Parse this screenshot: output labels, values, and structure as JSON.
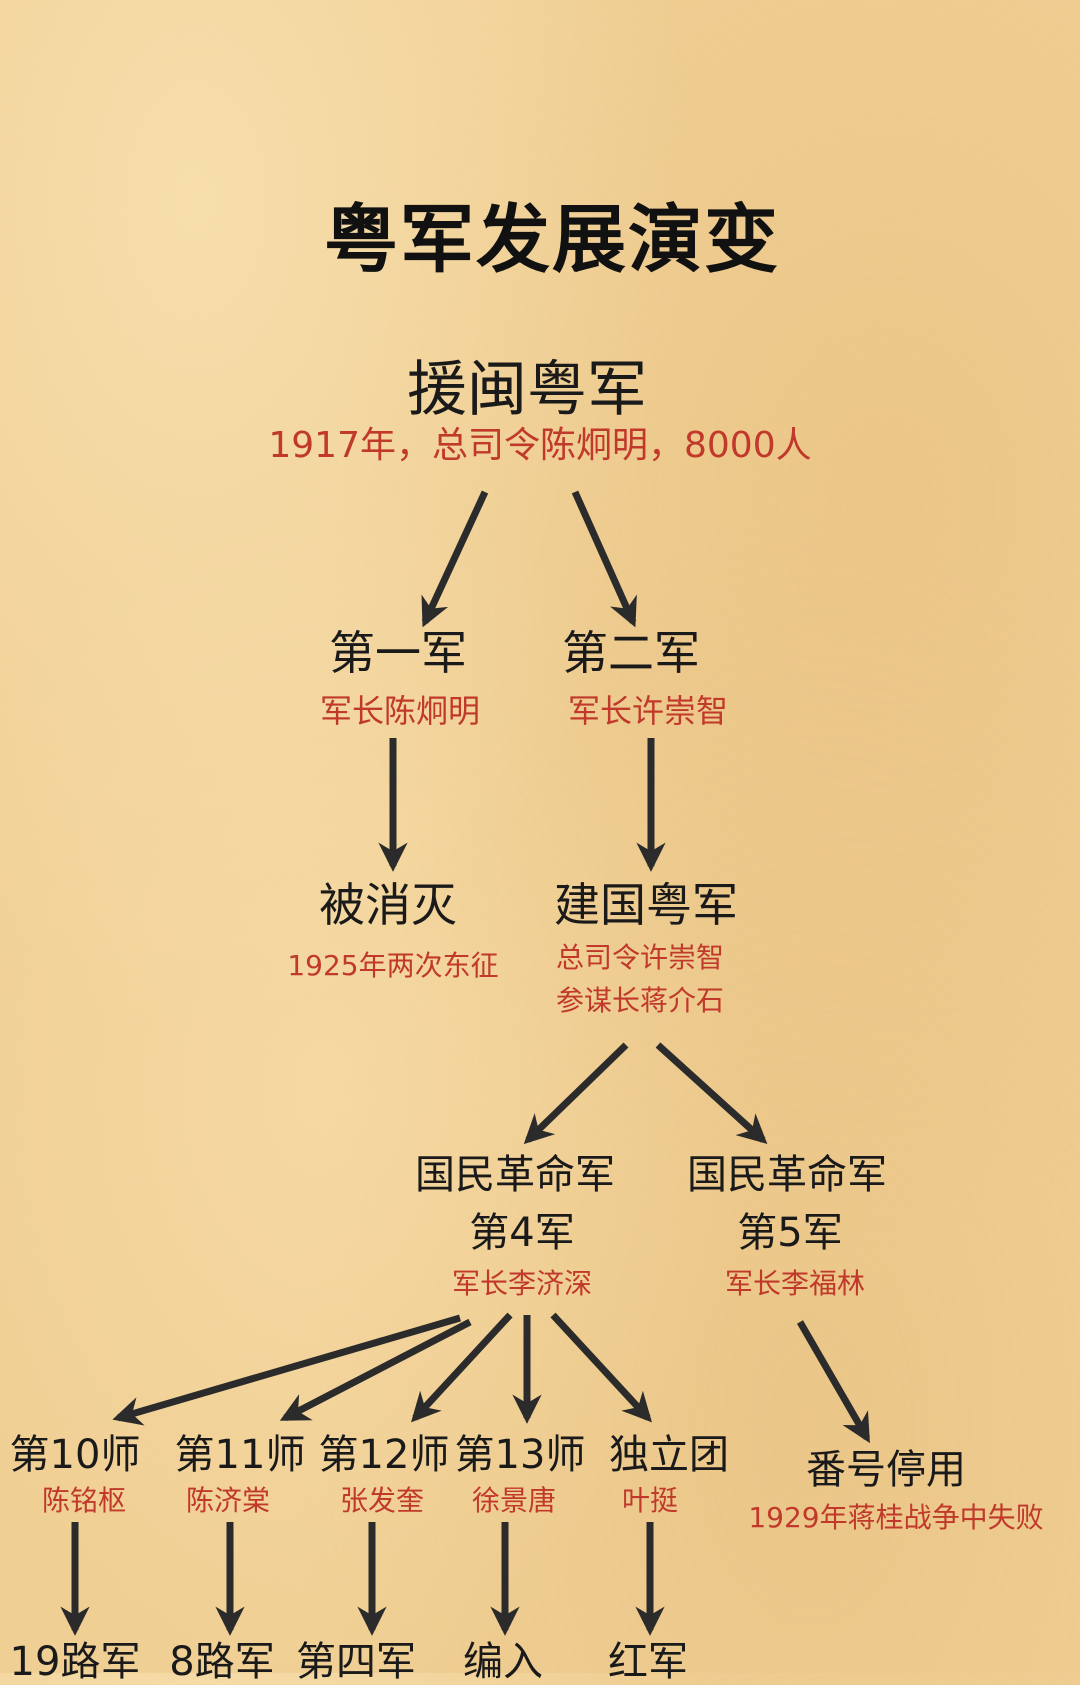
{
  "title": "粤军发展演变",
  "root": {
    "name": "援闽粤军",
    "note": "1917年，总司令陈炯明，8000人"
  },
  "army1": {
    "name": "第一军",
    "note": "军长陈炯明"
  },
  "army2": {
    "name": "第二军",
    "note": "军长许崇智"
  },
  "destroyed": {
    "name": "被消灭",
    "note": "1925年两次东征"
  },
  "jianguo": {
    "name": "建国粤军",
    "note1": "总司令许崇智",
    "note2": "参谋长蒋介石"
  },
  "nra4": {
    "line1": "国民革命军",
    "line2": "第4军",
    "note": "军长李济深"
  },
  "nra5": {
    "line1": "国民革命军",
    "line2": "第5军",
    "note": "军长李福林"
  },
  "divisions": [
    {
      "name": "第10师",
      "note": "陈铭枢",
      "result": "19路军"
    },
    {
      "name": "第11师",
      "note": "陈济棠",
      "result": "8路军"
    },
    {
      "name": "第12师",
      "note": "张发奎",
      "result": "第四军"
    },
    {
      "name": "第13师",
      "note": "徐景唐",
      "result": "编入"
    },
    {
      "name": "独立团",
      "note": "叶挺",
      "result": "红军"
    }
  ],
  "discontinued": {
    "name": "番号停用",
    "note": "1929年蒋桂战争中失败"
  },
  "colors": {
    "accent": "#c0392b",
    "arrow": "#2b2b2b",
    "background": "#f0cf94"
  }
}
